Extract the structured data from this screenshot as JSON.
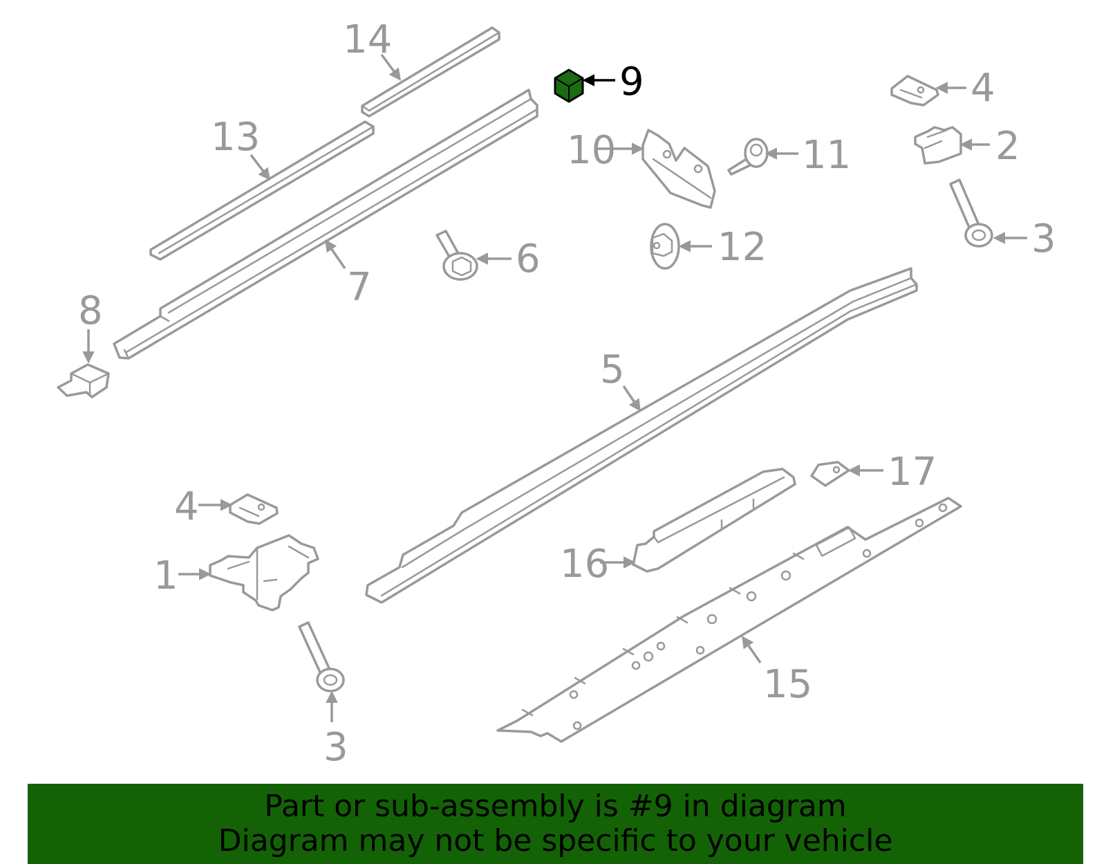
{
  "banner": {
    "line1": "Part or sub-assembly is #9 in diagram",
    "line2": "Diagram may not be specific to your vehicle",
    "background": "#136306"
  },
  "highlight_color": "#1a6b12",
  "highlighted_part": "9",
  "callouts": {
    "c1": "1",
    "c2": "2",
    "c3a": "3",
    "c3b": "3",
    "c4a": "4",
    "c4b": "4",
    "c5": "5",
    "c6": "6",
    "c7": "7",
    "c8": "8",
    "c9": "9",
    "c10": "10",
    "c11": "11",
    "c12": "12",
    "c13": "13",
    "c14": "14",
    "c15": "15",
    "c16": "16",
    "c17": "17"
  }
}
